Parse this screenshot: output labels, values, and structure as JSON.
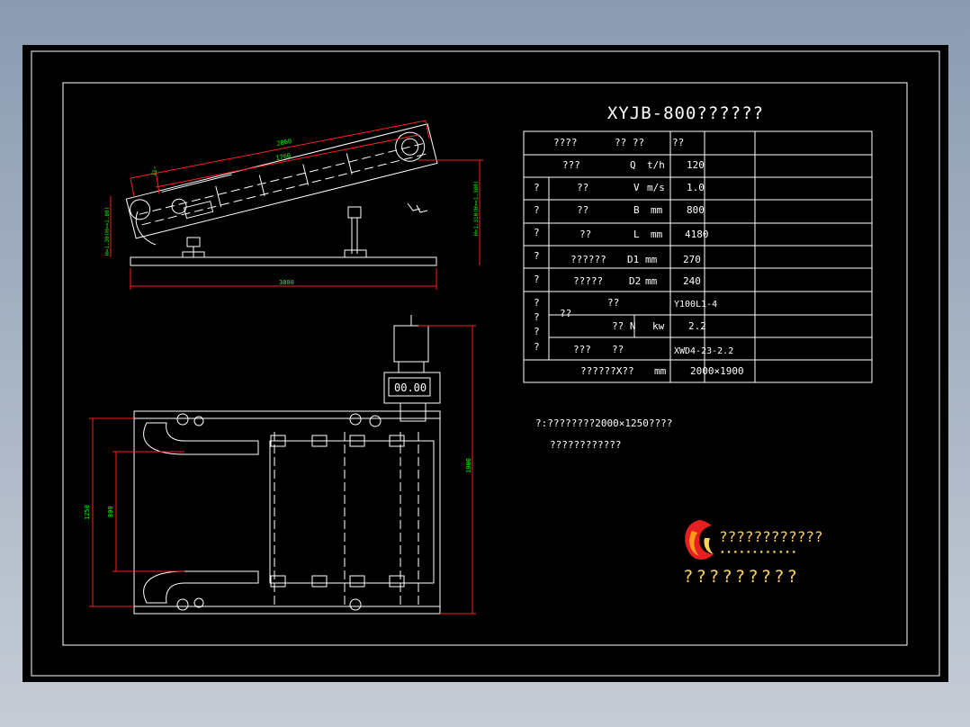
{
  "title": "XYJB-800??????",
  "table": {
    "rows": [
      {
        "group": "",
        "c1": "????",
        "c2": "??  ??",
        "unit": "",
        "val": "??"
      },
      {
        "group": "",
        "c1": "???",
        "c2": "Q",
        "unit": "t/h",
        "val": "120"
      },
      {
        "group": "?",
        "c1": "??",
        "c2": "V",
        "unit": "m/s",
        "val": "1.0"
      },
      {
        "group": "?",
        "c1": "??",
        "c2": "B",
        "unit": "mm",
        "val": "800"
      },
      {
        "group": "?",
        "c1": "??",
        "c2": "L",
        "unit": "mm",
        "val": "4180"
      },
      {
        "group": "?",
        "c1": "??????",
        "c2": "D1",
        "unit": "mm",
        "val": "270"
      },
      {
        "group": "?",
        "c1": "?????",
        "c2": "D2",
        "unit": "mm",
        "val": "240"
      },
      {
        "group": "?",
        "c1": "??",
        "c2": "??",
        "unit": "",
        "val": "Y100L1-4"
      },
      {
        "group": "?",
        "c1": "",
        "c2": "??  N",
        "unit": "kw",
        "val": "2.2"
      },
      {
        "group": "?",
        "c1": "???",
        "c2": "??",
        "unit": "",
        "val": "XWD4-23-2.2"
      },
      {
        "group": "",
        "c1": "??????X??",
        "c2": "",
        "unit": "mm",
        "val": "2000×1900"
      }
    ],
    "side_group": "??"
  },
  "notes": {
    "line1": "?:????????2000×1250????",
    "line2": "????????????"
  },
  "logo": {
    "company": "????????????",
    "dots": "▪ ▪ ▪ ▪ ▪ ▪ ▪ ▪ ▪ ▪ ▪ ▪",
    "tagline": "?????????"
  },
  "dims": {
    "top_length": "2860",
    "top_inner": "1760",
    "top_angle": "15°",
    "base_length": "3000",
    "left_height": "H=1.30(H>=1.80)",
    "right_height": "H=1.310(H>=1.380)",
    "plan_width": "1250",
    "plan_inner": "800",
    "plan_total": "1900",
    "display": "00.00"
  },
  "colors": {
    "frame": "#ffffff",
    "dimension": "#ff2020",
    "dim_text": "#00ff00",
    "text": "#ffffff",
    "logo_text": "#ffd35a"
  }
}
